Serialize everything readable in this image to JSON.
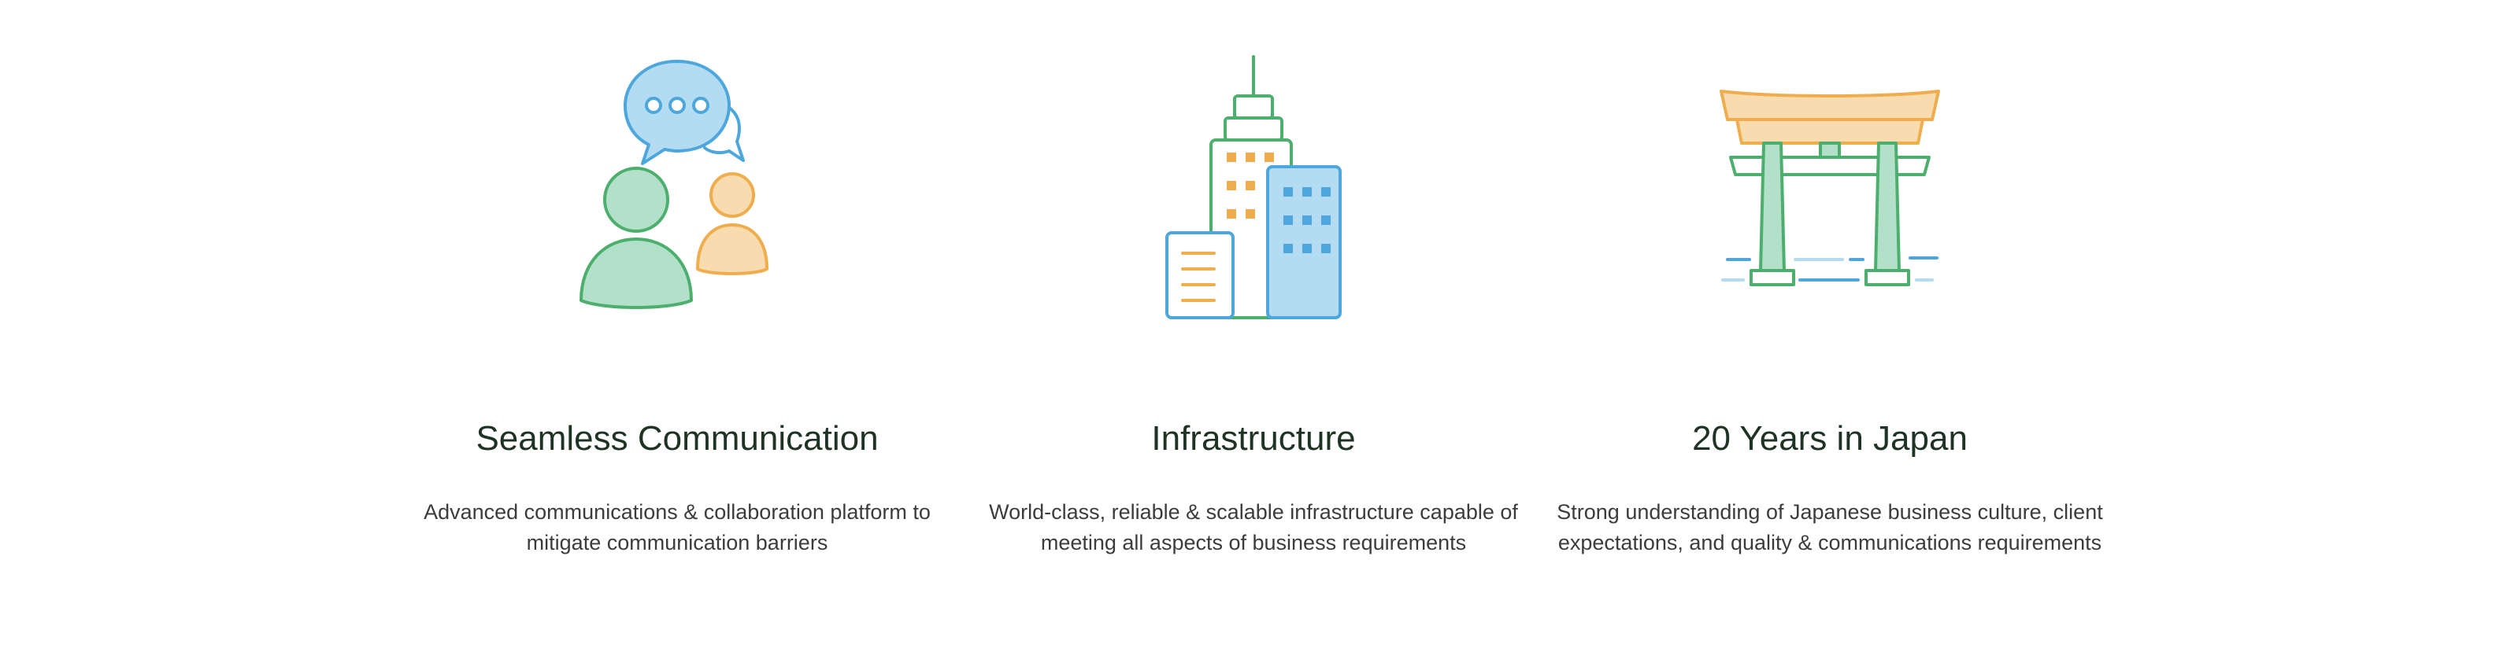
{
  "colors": {
    "green_stroke": "#4caf6e",
    "green_fill": "#b2e0c8",
    "blue_stroke": "#4ea7dc",
    "blue_fill": "#b3dcf3",
    "orange_stroke": "#f0ad4e",
    "orange_fill": "#f8dcb0",
    "title_text": "#1e3324",
    "body_text": "#3c3c3c"
  },
  "features": [
    {
      "icon": "people-chat-icon",
      "title": "Seamless Communication",
      "description": "Advanced communications & collaboration platform to mitigate communication barriers"
    },
    {
      "icon": "buildings-icon",
      "title": "Infrastructure",
      "description": "World-class, reliable & scalable infrastructure capable of meeting all aspects of business requirements"
    },
    {
      "icon": "torii-gate-icon",
      "title": "20 Years in Japan",
      "description": "Strong understanding of Japanese business culture, client expectations, and quality & communications requirements"
    }
  ]
}
